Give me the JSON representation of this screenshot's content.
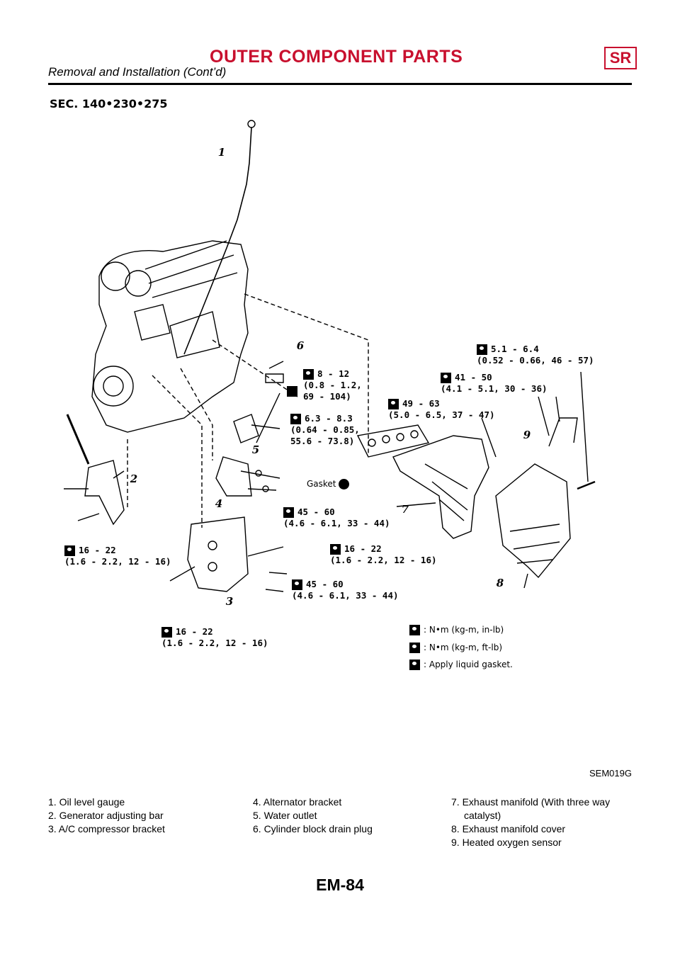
{
  "header": {
    "title": "OUTER COMPONENT PARTS",
    "badge": "SR",
    "subtitle": "Removal and Installation (Cont’d)"
  },
  "section": "SEC. 140•230•275",
  "figure_id": "SEM019G",
  "torques": {
    "t6": "8 - 12\n(0.8 - 1.2,\n69 - 104)",
    "t5": "6.3 - 8.3\n(0.64 - 0.85,\n55.6 - 73.8)",
    "t_a": "5.1 - 6.4\n(0.52 - 0.66, 46 - 57)",
    "t_b": "41 - 50\n(4.1 - 5.1, 30 - 36)",
    "t_c": "49 - 63\n(5.0 - 6.5, 37 - 47)",
    "gasket": "Gasket",
    "t4": "45 - 60\n(4.6 - 6.1, 33 - 44)",
    "t2": "16 - 22\n(1.6 - 2.2, 12 - 16)",
    "t3a": "16 - 22\n(1.6 - 2.2, 12 - 16)",
    "t3b": "45 - 60\n(4.6 - 6.1, 33 - 44)",
    "t3c": "16 - 22\n(1.6 - 2.2, 12 - 16)"
  },
  "legend": {
    "inlb": ": N•m (kg-m, in-lb)",
    "ftlb": ": N•m (kg-m, ft-lb)",
    "liquid": ": Apply liquid gasket."
  },
  "callouts": [
    "1",
    "2",
    "3",
    "4",
    "5",
    "6",
    "7",
    "8",
    "9"
  ],
  "parts": {
    "col1": [
      "1. Oil level gauge",
      "2. Generator adjusting bar",
      "3. A/C compressor bracket"
    ],
    "col2": [
      "4. Alternator bracket",
      "5. Water outlet",
      "6. Cylinder block drain plug"
    ],
    "col3_1a": "7. Exhaust manifold (With three way",
    "col3_1b": "catalyst)",
    "col3_2": "8. Exhaust manifold cover",
    "col3_3": "9. Heated oxygen sensor"
  },
  "page_number": "EM-84"
}
